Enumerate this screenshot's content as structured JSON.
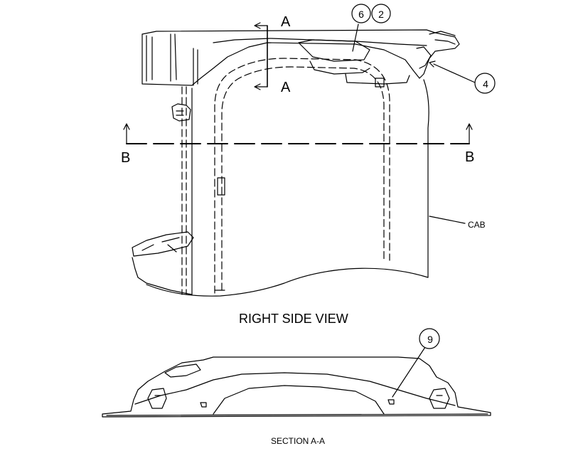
{
  "labels": {
    "section_a_top": "A",
    "section_a_bottom": "A",
    "section_b_left": "B",
    "section_b_right": "B",
    "cab": "CAB",
    "right_side_view": "RIGHT SIDE VIEW",
    "section_a_a": "SECTION A-A"
  },
  "callouts": {
    "c6": "6",
    "c2": "2",
    "c4": "4",
    "c9": "9"
  },
  "colors": {
    "line": "#000000",
    "background": "#ffffff"
  }
}
